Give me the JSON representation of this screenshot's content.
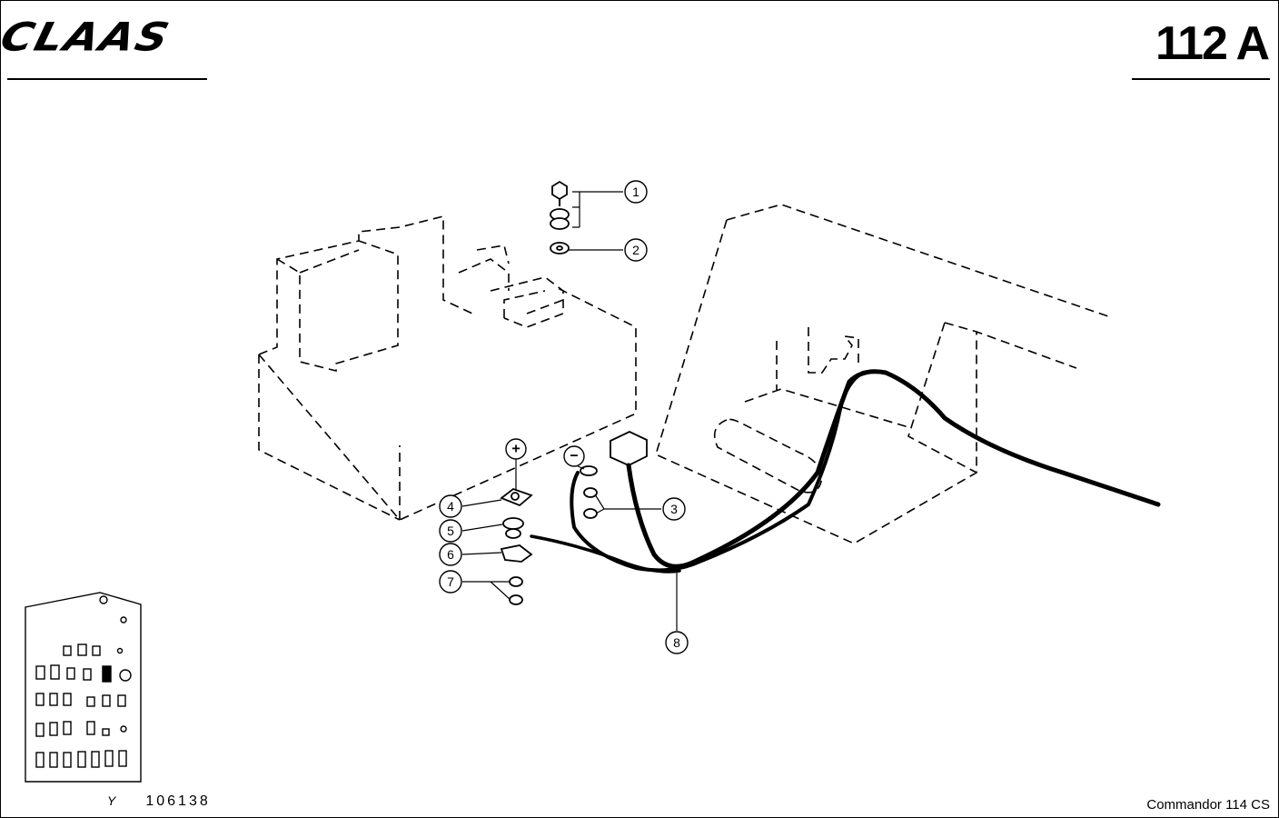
{
  "brand": "CLAAS",
  "page_code": "112 A",
  "drawing_number_prefix": "Y",
  "drawing_number": "106138",
  "model": "Commandor 114 CS",
  "polarity": {
    "positive": "+",
    "negative": "−"
  },
  "callouts": [
    {
      "id": "c1",
      "number": "1"
    },
    {
      "id": "c2",
      "number": "2"
    },
    {
      "id": "c3",
      "number": "3"
    },
    {
      "id": "c4",
      "number": "4"
    },
    {
      "id": "c5",
      "number": "5"
    },
    {
      "id": "c6",
      "number": "6"
    },
    {
      "id": "c7",
      "number": "7"
    },
    {
      "id": "c8",
      "number": "8"
    }
  ]
}
